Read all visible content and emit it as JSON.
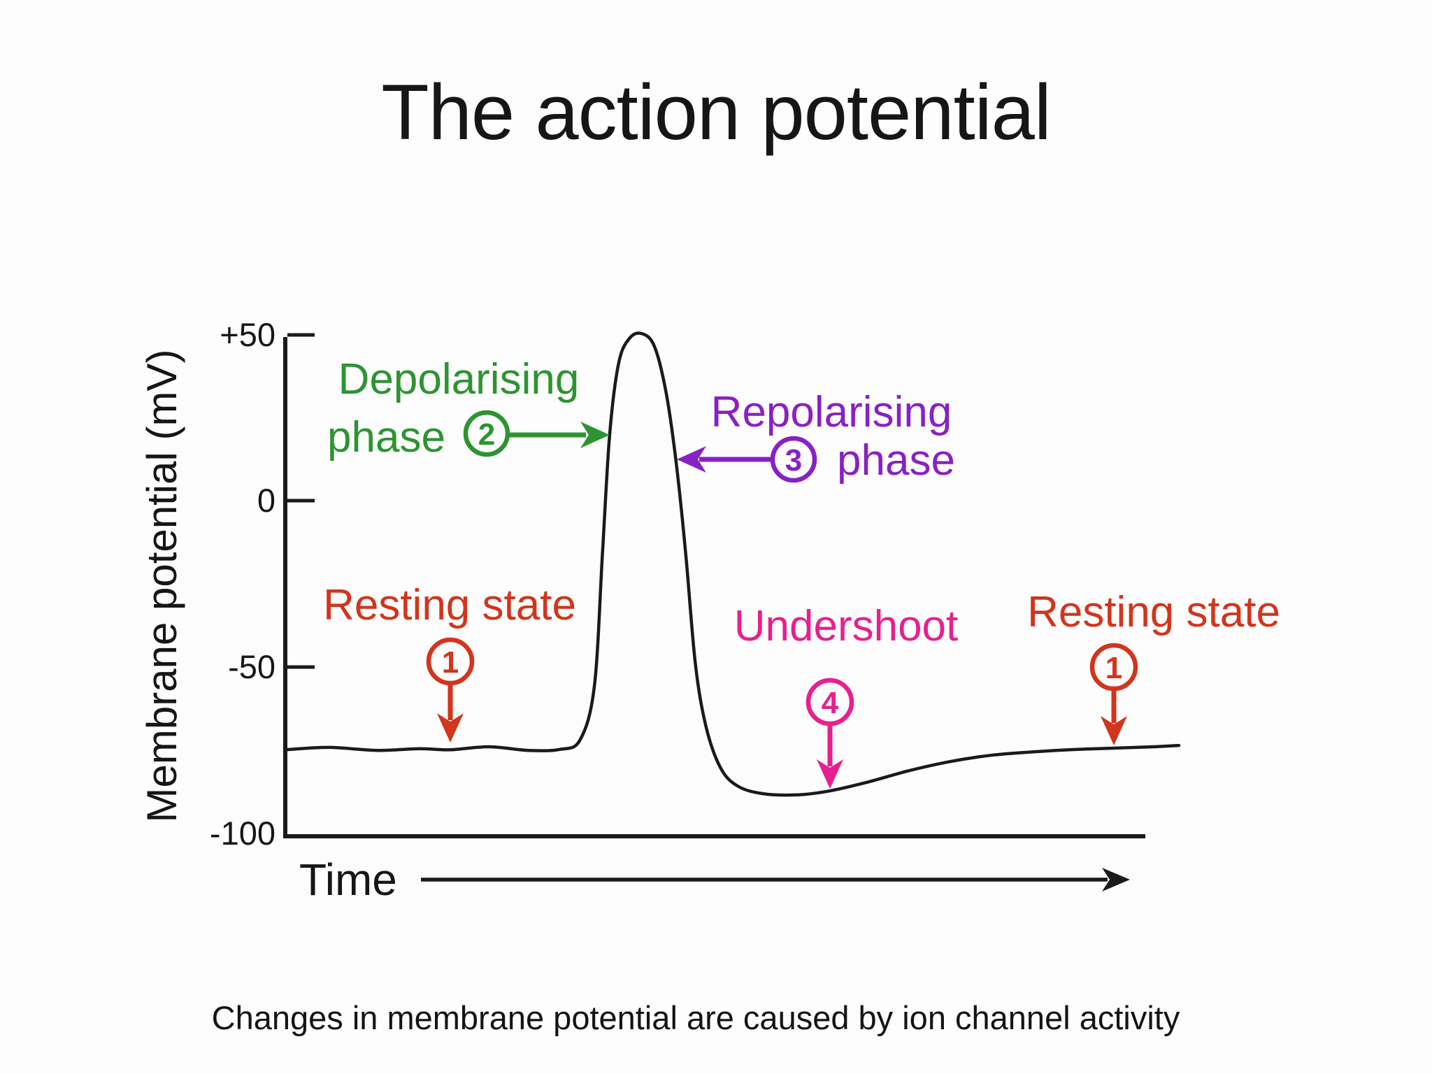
{
  "title": "The action potential",
  "caption": "Changes in membrane potential are caused by ion channel activity",
  "colors": {
    "curve": "#1a1a1a",
    "axis": "#1a1a1a",
    "green": "#2c9430",
    "purple": "#8821c4",
    "red": "#d2351c",
    "magenta": "#e81f8e",
    "black": "#1a1a1a"
  },
  "axis": {
    "y_label": "Membrane potential (mV)",
    "x_label": "Time",
    "y_ticks": [
      {
        "label": "+50",
        "value": 50
      },
      {
        "label": "0",
        "value": 0
      },
      {
        "label": "-50",
        "value": -50
      },
      {
        "label": "-100",
        "value": -100
      }
    ]
  },
  "annotations": {
    "depolarising": {
      "line1": "Depolarising",
      "line2": "phase",
      "number": "2"
    },
    "repolarising": {
      "line1": "Repolarising",
      "line2": "phase",
      "number": "3"
    },
    "resting_left": {
      "label": "Resting state",
      "number": "1"
    },
    "undershoot": {
      "label": "Undershoot",
      "number": "4"
    },
    "resting_right": {
      "label": "Resting state",
      "number": "1"
    }
  },
  "chart_data": {
    "type": "line",
    "title": "The action potential",
    "xlabel": "Time",
    "ylabel": "Membrane potential (mV)",
    "x_note": "time axis unlabeled; arbitrary units 0-100",
    "ylim": [
      -100,
      50
    ],
    "yticks": [
      50,
      0,
      -50,
      -100
    ],
    "grid": false,
    "legend": "none",
    "series": [
      {
        "name": "Membrane potential",
        "points": [
          [
            0,
            -75
          ],
          [
            4.9,
            -74.3
          ],
          [
            10.3,
            -75.2
          ],
          [
            15,
            -74.7
          ],
          [
            18.5,
            -75
          ],
          [
            22.8,
            -74.1
          ],
          [
            27.2,
            -75.2
          ],
          [
            30.7,
            -74.9
          ],
          [
            33,
            -72
          ],
          [
            34.6,
            -55.6
          ],
          [
            35.5,
            -15.6
          ],
          [
            36.3,
            19.8
          ],
          [
            37.3,
            41.3
          ],
          [
            38.5,
            48.8
          ],
          [
            39.9,
            50.3
          ],
          [
            41.3,
            46.5
          ],
          [
            42.6,
            32.8
          ],
          [
            43.7,
            12.4
          ],
          [
            44.8,
            -15.6
          ],
          [
            45.9,
            -49.3
          ],
          [
            47.1,
            -68.2
          ],
          [
            48.7,
            -80.4
          ],
          [
            50.6,
            -85.9
          ],
          [
            53.4,
            -88.2
          ],
          [
            57.3,
            -88.6
          ],
          [
            60.9,
            -87.4
          ],
          [
            65.1,
            -84.8
          ],
          [
            69.8,
            -81.3
          ],
          [
            74.5,
            -78.5
          ],
          [
            79.2,
            -76.6
          ],
          [
            83.9,
            -75.6
          ],
          [
            88.6,
            -74.9
          ],
          [
            92.9,
            -74.5
          ],
          [
            97.2,
            -74.1
          ],
          [
            100,
            -73.7
          ]
        ]
      }
    ],
    "annotations": [
      {
        "label": "Resting state",
        "number": "1",
        "at_t": 18.5,
        "value_mV": -75,
        "color": "#d2351c"
      },
      {
        "label": "Depolarising phase",
        "number": "2",
        "points_to": "rising phase of spike",
        "color": "#2c9430"
      },
      {
        "label": "Repolarising phase",
        "number": "3",
        "points_to": "falling phase of spike",
        "color": "#8821c4"
      },
      {
        "label": "Undershoot",
        "number": "4",
        "at_t": 60.9,
        "value_mV": -87.4,
        "color": "#e81f8e"
      },
      {
        "label": "Resting state",
        "number": "1",
        "at_t": 92.9,
        "value_mV": -74.5,
        "color": "#d2351c"
      }
    ]
  }
}
